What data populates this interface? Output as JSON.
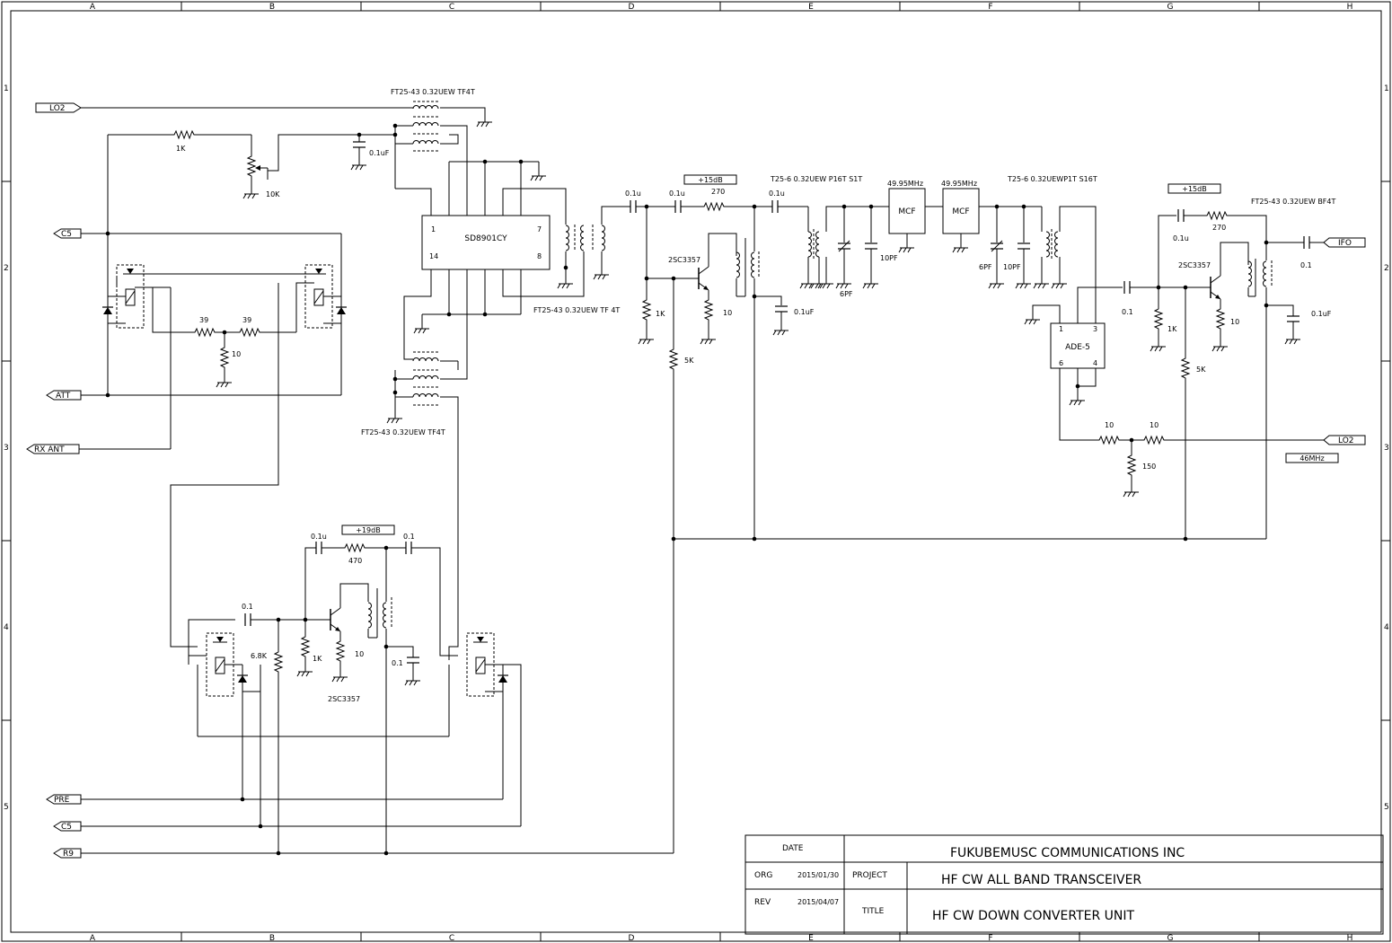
{
  "grid": {
    "columns": [
      "A",
      "B",
      "C",
      "D",
      "E",
      "F",
      "G",
      "H"
    ],
    "rows": [
      "1",
      "2",
      "3",
      "4",
      "5"
    ]
  },
  "ports": {
    "lo2_left": "LO2",
    "c5_top": "C5",
    "att": "ATT",
    "rx_ant": "RX ANT",
    "pre": "PRE",
    "c5_bottom": "C5",
    "r9": "R9",
    "ifo": "IFO",
    "lo2_right": "LO2"
  },
  "gain_tags": {
    "mid": "+15dB",
    "preamp": "+19dB",
    "right": "+15dB",
    "freq46": "46MHz"
  },
  "ics": {
    "mixer_name": "SD8901CY",
    "mixer_pin1": "1",
    "mixer_pin7": "7",
    "mixer_pin14": "14",
    "mixer_pin8": "8",
    "mcf1": "MCF",
    "mcf2": "MCF",
    "ade_name": "ADE-5",
    "ade_pin1": "1",
    "ade_pin3": "3",
    "ade_pin6": "6",
    "ade_pin4": "4"
  },
  "labels": {
    "tf_top": "FT25-43 0.32UEW TF4T",
    "tf_mid": "FT25-43 0.32UEW TF 4T",
    "tf_bottom": "FT25-43 0.32UEW TF4T",
    "t25_p16": "T25-6 0.32UEW P16T S1T",
    "t25_p1": "T25-6 0.32UEWP1T S16T",
    "bf4t": "FT25-43 0.32UEW BF4T",
    "mcf1_freq": "49.95MHz",
    "mcf2_freq": "49.95MHz",
    "r_1k_top": "1K",
    "pot_10k": "10K",
    "c_01uf_top": "0.1uF",
    "r_39a": "39",
    "r_39b": "39",
    "r_10_att": "10",
    "c_01u_a": "0.1u",
    "c_01u_b": "0.1u",
    "r_270_mid": "270",
    "c_01u_c": "0.1u",
    "q1": "2SC3357",
    "r_1k_mid": "1K",
    "r_10_mid": "10",
    "r_5k_mid": "5K",
    "c_01uf_mid": "0.1uF",
    "c_6pf_a": "6PF",
    "c_10pf_a": "10PF",
    "c_6pf_b": "6PF",
    "c_10pf_b": "10PF",
    "c_01_ade": "0.1",
    "c_01u_r": "0.1u",
    "r_270_r": "270",
    "q3": "2SC3357",
    "r_1k_r": "1K",
    "r_10_r": "10",
    "r_5k_r": "5K",
    "c_01_r": "0.1",
    "c_01uf_r": "0.1uF",
    "r_10_pad_a": "10",
    "r_10_pad_b": "10",
    "r_150": "150",
    "c_01u_pre": "0.1u",
    "r_470": "470",
    "c_01_pre_out": "0.1",
    "c_01_pre_in": "0.1",
    "r_68k": "6.8K",
    "r_1k_pre": "1K",
    "r_10_pre": "10",
    "q2": "2SC3357",
    "c_01_pre_dec": "0.1"
  },
  "title_block": {
    "date_header": "DATE",
    "company": "FUKUBEMUSC COMMUNICATIONS INC",
    "org_label": "ORG",
    "org_date": "2015/01/30",
    "project_label": "PROJECT",
    "project_value": "HF CW ALL BAND TRANSCEIVER",
    "rev_label": "REV",
    "rev_date": "2015/04/07",
    "title_label": "TITLE",
    "title_value": "HF CW DOWN CONVERTER UNIT"
  }
}
